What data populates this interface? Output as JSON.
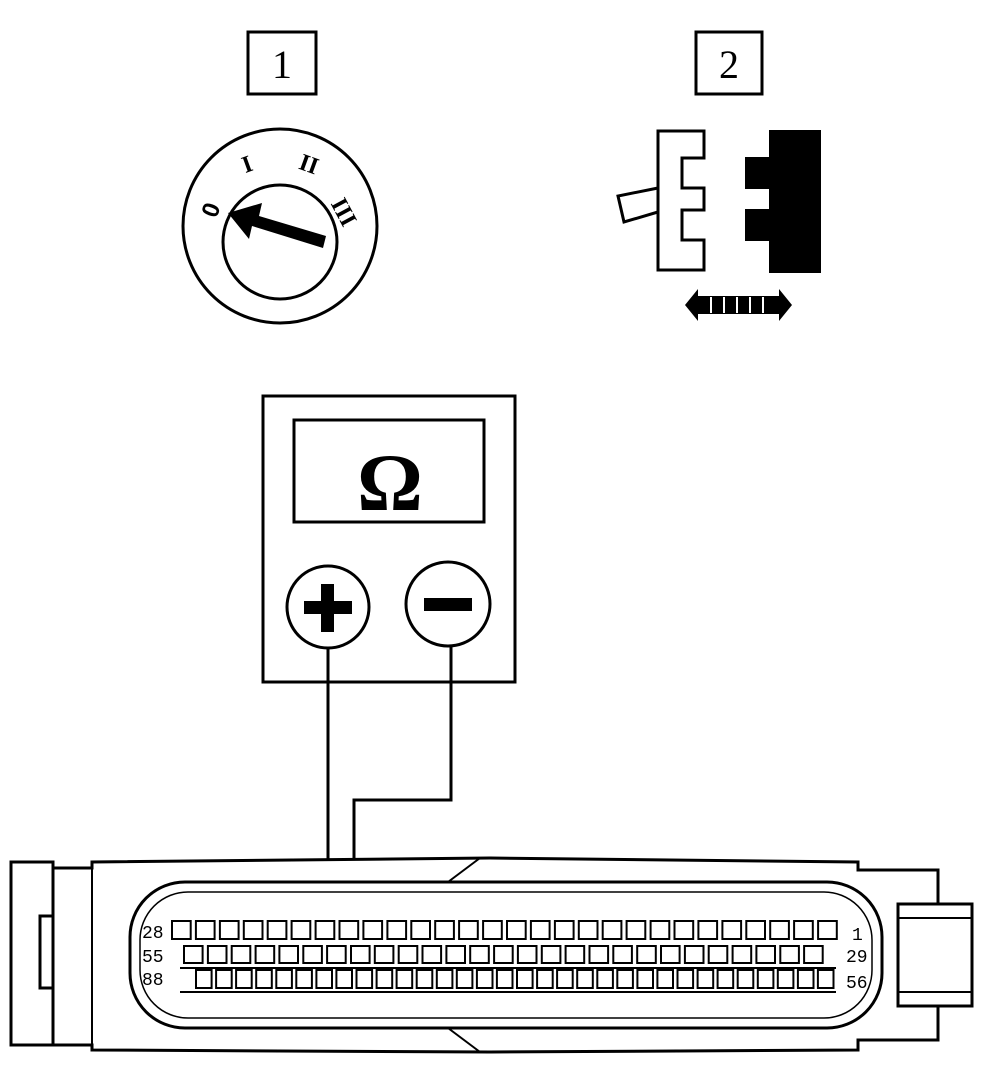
{
  "steps": [
    {
      "number": "1",
      "icon": "ignition-switch-icon"
    },
    {
      "number": "2",
      "icon": "connector-disconnect-icon"
    }
  ],
  "ignition": {
    "positions": [
      "0",
      "I",
      "II",
      "III"
    ]
  },
  "meter": {
    "unit": "Ω",
    "probes": [
      {
        "symbol": "+",
        "icon": "plus-probe-icon"
      },
      {
        "symbol": "−",
        "icon": "minus-probe-icon"
      }
    ]
  },
  "connector": {
    "rows": [
      {
        "left_label": "28",
        "right_label": "1",
        "pins": 28
      },
      {
        "left_label": "55",
        "right_label": "29",
        "pins": 27
      },
      {
        "left_label": "88",
        "right_label": "56",
        "pins": 32
      }
    ]
  },
  "colors": {
    "line": "#000000",
    "background": "#ffffff"
  }
}
